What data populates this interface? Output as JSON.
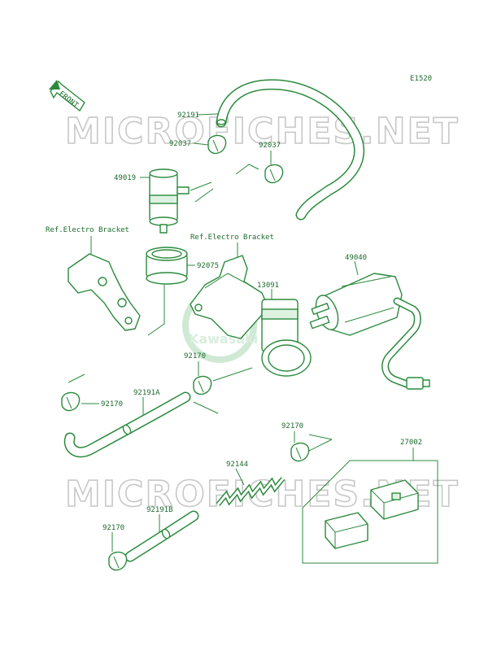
{
  "figure_code": "E1520",
  "front_arrow_label": "FRONT",
  "watermark_text": "MICROFICHES.NET",
  "logo_text": "Kawasaki",
  "colors": {
    "line": "#2a8a3c",
    "label": "#1d6b2e",
    "watermark": "#c8c8c8"
  },
  "labels": {
    "p92191_top": "92191",
    "p92037_left": "92037",
    "p92037_right": "92037",
    "p49019": "49019",
    "ref_bracket_left": "Ref.Electro Bracket",
    "ref_bracket_right": "Ref.Electro Bracket",
    "p92075": "92075",
    "p49040": "49040",
    "p13091": "13091",
    "p92170_mid": "92170",
    "p92170_left": "92170",
    "p92191A": "92191A",
    "p92170_right": "92170",
    "p27002": "27002",
    "p92144": "92144",
    "p92191B": "92191B",
    "p92170_bottom": "92170"
  }
}
